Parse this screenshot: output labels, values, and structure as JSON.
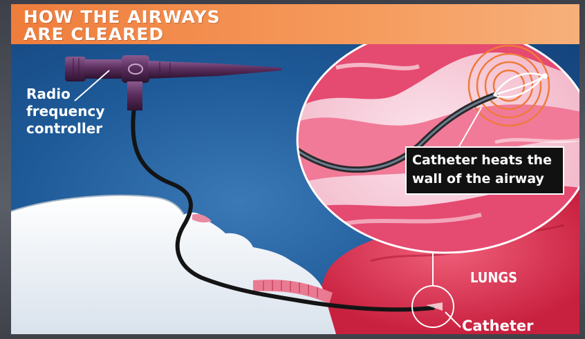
{
  "title": {
    "line1": "HOW THE AIRWAYS",
    "line2": "ARE CLEARED"
  },
  "labels": {
    "controller": [
      "Radio",
      "frequency",
      "controller"
    ],
    "callout": [
      "Catheter heats the",
      "wall of the airway"
    ],
    "lungs": "LUNGS",
    "catheter": "Catheter"
  },
  "colors": {
    "title_bar": "#ef7d3c",
    "background": "#1e5a98",
    "lung": "#e23a5a",
    "airway_tissue": "#f4a0b8",
    "scope": "#5b2e5e",
    "cable": "#1a1a1a",
    "heat_rings": "#f07a3a"
  }
}
